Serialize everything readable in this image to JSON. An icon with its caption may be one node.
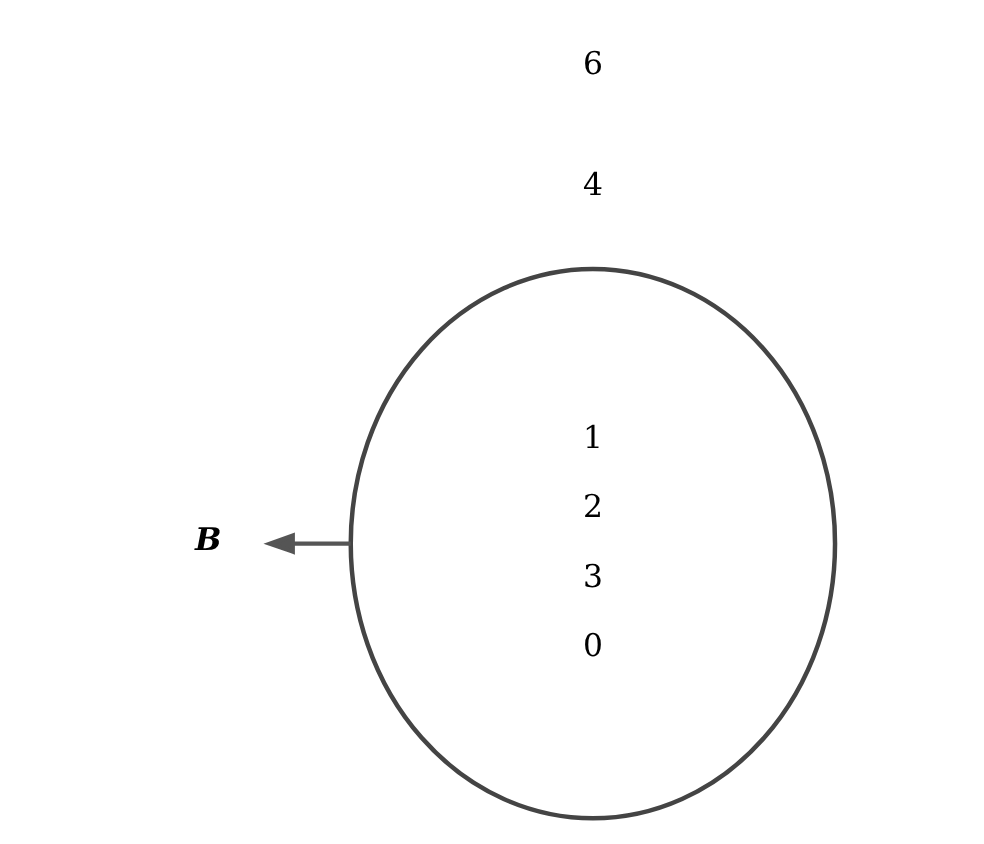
{
  "diagram": {
    "nodes": [
      {
        "text": [
          "1",
          "2",
          "3",
          "0"
        ]
      },
      {
        "text": [
          "B"
        ]
      }
    ],
    "edges": [
      {
        "from": 0,
        "to": 1,
        "arrow": "to"
      }
    ],
    "labels": [
      "4",
      "6"
    ]
  }
}
